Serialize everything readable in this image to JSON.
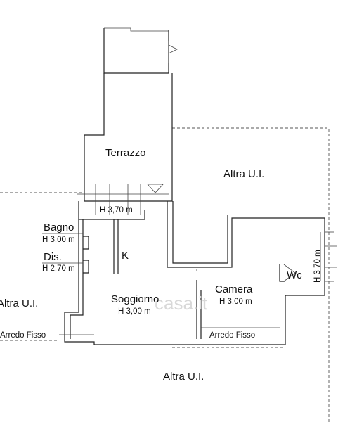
{
  "rooms": {
    "terrazzo": "Terrazzo",
    "terrazzo_height": "H 3,70 m",
    "altra_top": "Altra U.I.",
    "altra_left": "Altra U.I.",
    "altra_bottom": "Altra U.I.",
    "bagno": "Bagno",
    "bagno_height": "H 3,00 m",
    "dis": "Dis.",
    "dis_height": "H 2,70 m",
    "kitchen": "K",
    "soggiorno": "Soggiorno",
    "soggiorno_height": "H 3,00 m",
    "camera": "Camera",
    "camera_height": "H 3,00 m",
    "wc": "Wc",
    "wc_height": "H 3,70 m",
    "arredo_left": "Arredo Fisso",
    "arredo_right": "Arredo Fisso"
  },
  "watermark": "casa.it"
}
